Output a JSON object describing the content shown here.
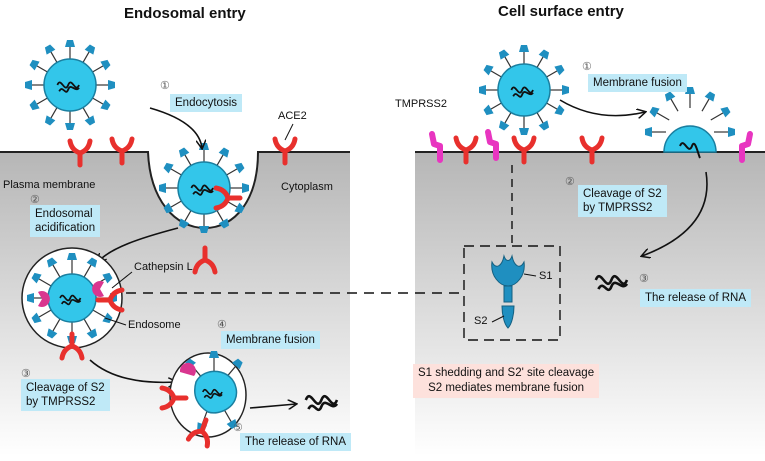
{
  "titles": {
    "left": "Endosomal entry",
    "right": "Cell surface entry"
  },
  "left": {
    "endocytosis": {
      "num": "①",
      "label": "Endocytosis"
    },
    "ace2": "ACE2",
    "plasma_membrane": "Plasma membrane",
    "cytoplasm": "Cytoplasm",
    "acidification": {
      "num": "②",
      "line1": "Endosomal",
      "line2": "acidification"
    },
    "cathepsin": "Cathepsin L",
    "endosome": "Endosome",
    "membrane_fusion": {
      "num": "④",
      "label": "Membrane fusion"
    },
    "cleavage": {
      "num": "③",
      "line1": "Cleavage of S2",
      "line2": "by TMPRSS2"
    },
    "release": {
      "num": "⑤",
      "label": "The release of RNA"
    }
  },
  "right": {
    "tmprss2": "TMPRSS2",
    "membrane_fusion": {
      "num": "①",
      "label": "Membrane fusion"
    },
    "cleavage": {
      "num": "②",
      "line1": "Cleavage of S2",
      "line2": "by TMPRSS2"
    },
    "release": {
      "num": "③",
      "label": "The release of RNA"
    },
    "spike": {
      "s1": "S1",
      "s2": "S2"
    },
    "note": {
      "line1": "S1 shedding and S2' site cleavage",
      "line2": "S2 mediates membrane fusion"
    }
  },
  "colors": {
    "virus": "#33c6ea",
    "spike": "#1f8fc0",
    "ace2": "#e8302d",
    "tmprss2": "#e835c0",
    "cathepsin": "#d9368f",
    "label_box": "#bfe9f7",
    "note_box": "#fde1dc"
  }
}
